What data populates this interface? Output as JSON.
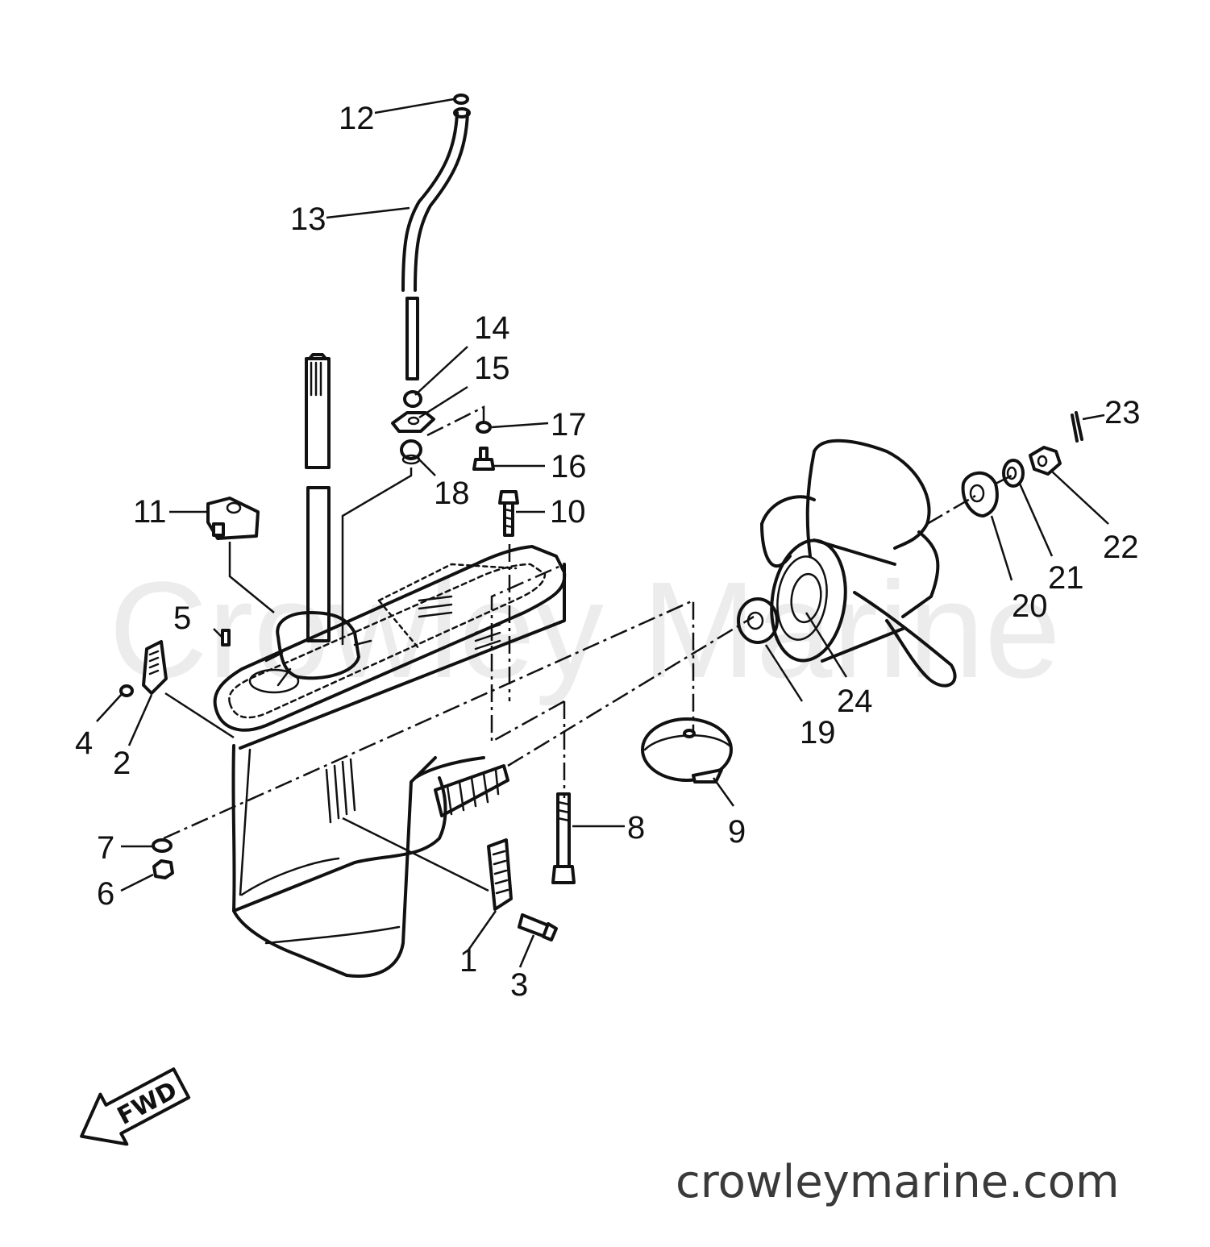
{
  "watermark": "Crowley Marine",
  "website": "crowleymarine.com",
  "direction_label": "FWD",
  "callouts": {
    "c1": "1",
    "c2": "2",
    "c3": "3",
    "c4": "4",
    "c5": "5",
    "c6": "6",
    "c7": "7",
    "c8": "8",
    "c9": "9",
    "c10": "10",
    "c11": "11",
    "c12": "12",
    "c13": "13",
    "c14": "14",
    "c15": "15",
    "c16": "16",
    "c17": "17",
    "c18": "18",
    "c19": "19",
    "c20": "20",
    "c21": "21",
    "c22": "22",
    "c23": "23",
    "c24": "24"
  },
  "icons": {
    "direction_arrow": "fwd-arrow-icon"
  }
}
